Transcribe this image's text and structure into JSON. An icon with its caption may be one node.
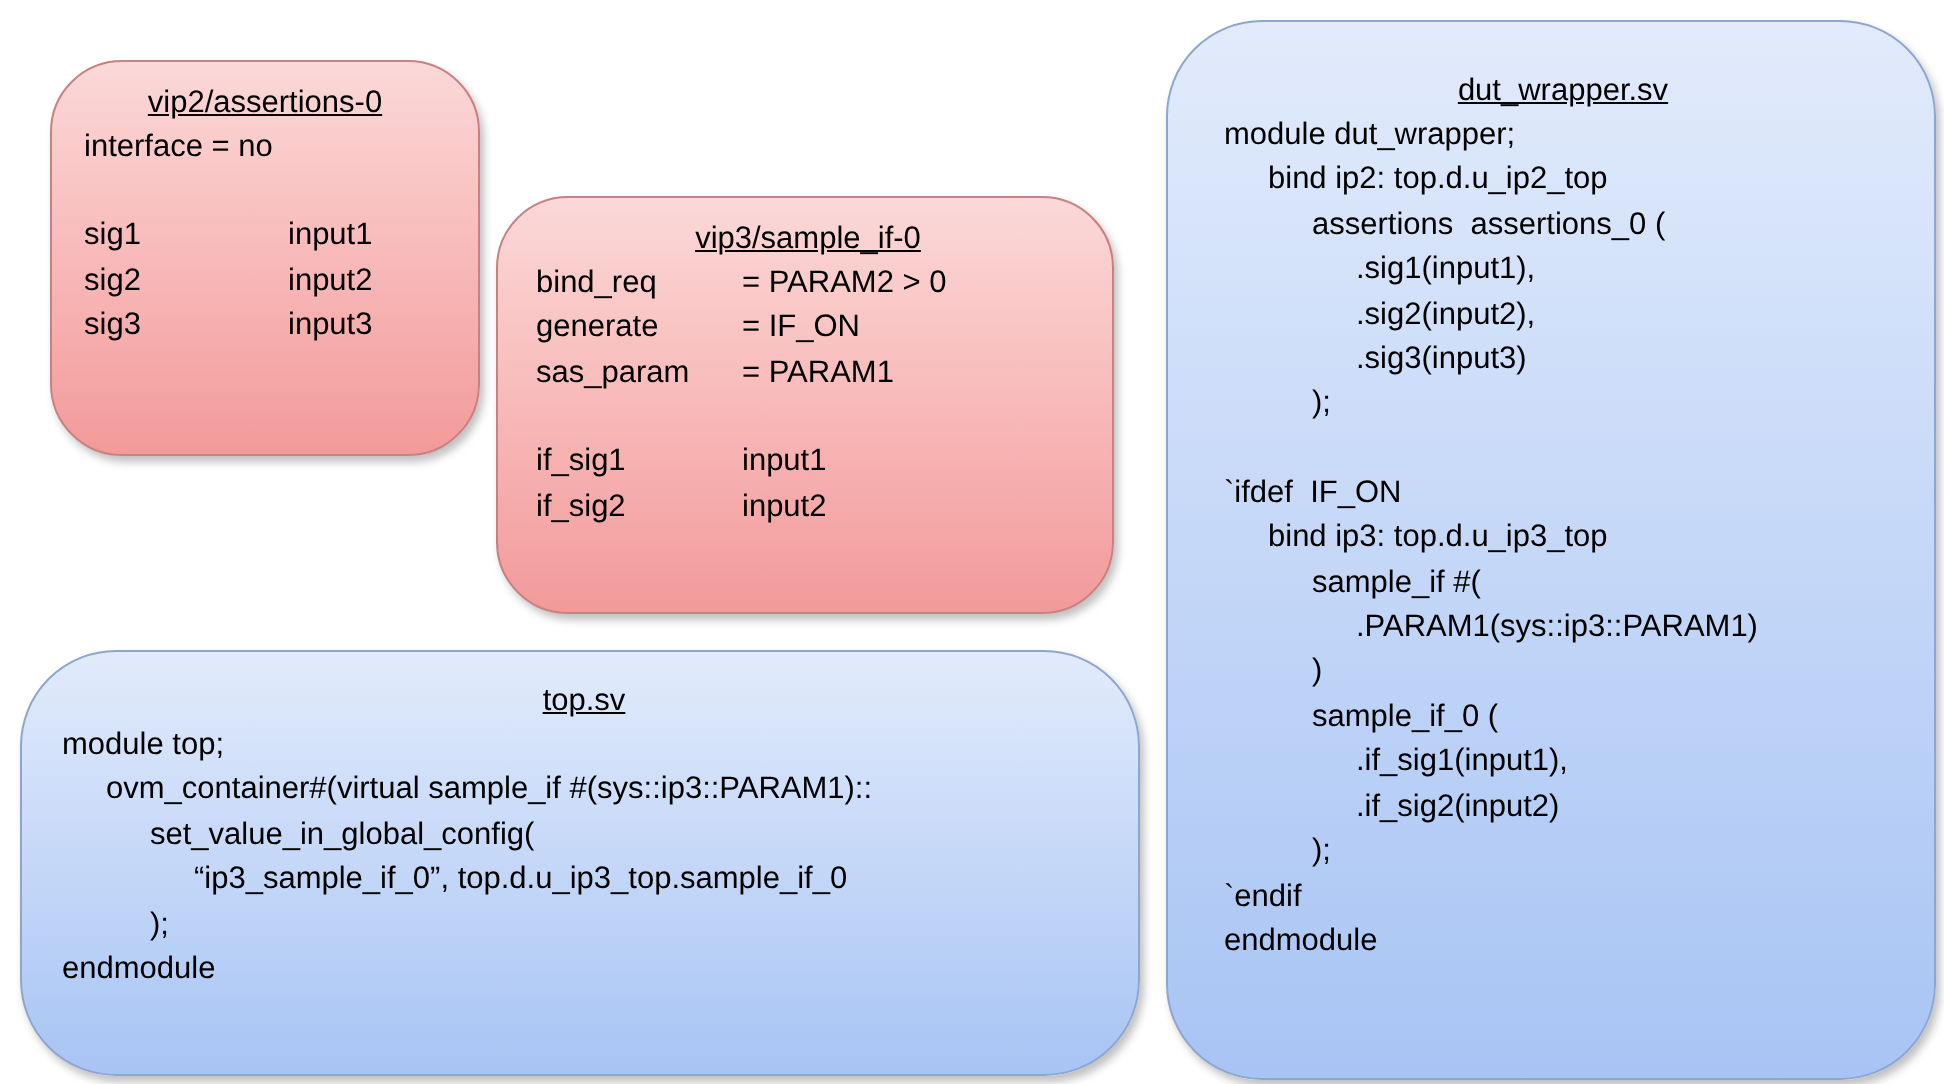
{
  "diagram": {
    "nodes": [
      {
        "text": [
          "vip2/assertions-0",
          "interface = no",
          "sig1",
          "input1",
          "sig2",
          "input2",
          "sig3",
          "input3"
        ]
      },
      {
        "text": [
          "vip3/sample_if-0",
          "bind_req",
          "= PARAM2 > 0",
          "generate",
          "= IF_ON",
          "sas_param",
          "= PARAM1",
          "if_sig1",
          "input1",
          "if_sig2",
          "input2"
        ]
      },
      {
        "text": [
          "top.sv",
          "module top;",
          "ovm_container#(virtual sample_if #(sys::ip3::PARAM1)::",
          "set_value_in_global_config(",
          "“ip3_sample_if_0”, top.d.u_ip3_top.sample_if_0",
          ");",
          "endmodule"
        ]
      },
      {
        "text": [
          "dut_wrapper.sv",
          "module dut_wrapper;",
          "bind ip2: top.d.u_ip2_top",
          "assertions  assertions_0 (",
          ".sig1(input1),",
          ".sig2(input2),",
          ".sig3(input3)",
          ");",
          "`ifdef  IF_ON",
          "bind ip3: top.d.u_ip3_top",
          "sample_if #(",
          ".PARAM1(sys::ip3::PARAM1)",
          ")",
          "sample_if_0 (",
          ".if_sig1(input1),",
          ".if_sig2(input2)",
          ");",
          "`endif",
          "endmodule"
        ]
      }
    ]
  }
}
